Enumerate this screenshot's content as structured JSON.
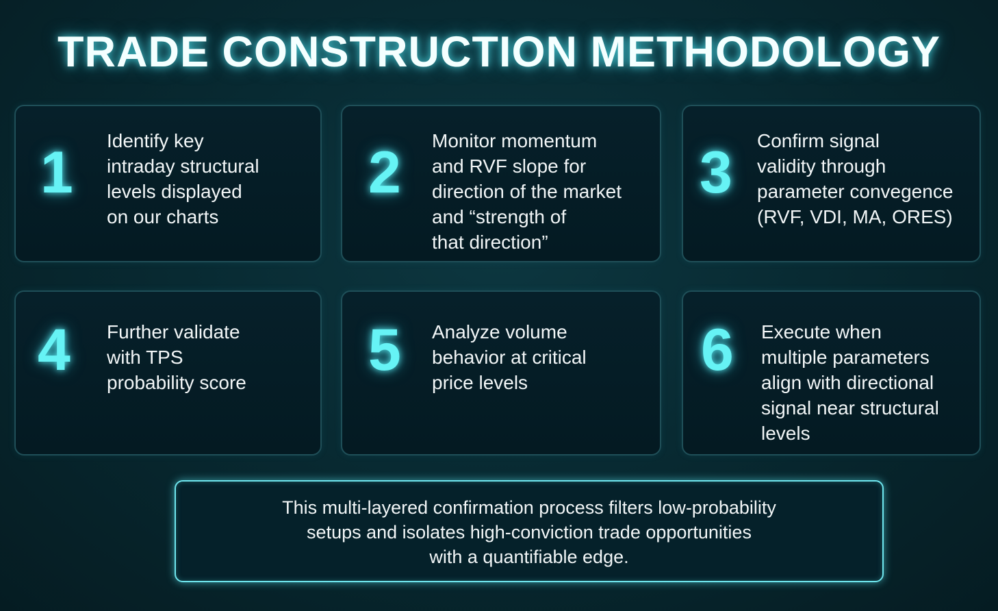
{
  "title": "TRADE CONSTRUCTION METHODOLOGY",
  "steps": [
    {
      "number": "1",
      "lines": [
        "Identify key",
        "intraday structural",
        "levels displayed",
        "on our charts"
      ]
    },
    {
      "number": "2",
      "lines": [
        "Monitor momentum",
        "and RVF slope for",
        "direction of the market",
        "and “strength of",
        "that direction”"
      ]
    },
    {
      "number": "3",
      "lines": [
        "Confirm signal",
        "validity through",
        "parameter convegence",
        "(RVF, VDI, MA, ORES)"
      ]
    },
    {
      "number": "4",
      "lines": [
        "Further validate",
        "with TPS",
        "probability score"
      ]
    },
    {
      "number": "5",
      "lines": [
        "Analyze volume",
        "behavior at critical",
        "price levels"
      ]
    },
    {
      "number": "6",
      "lines": [
        "Execute when",
        "multiple parameters",
        "align with directional",
        "signal near structural",
        "levels"
      ]
    }
  ],
  "summary": {
    "lines": [
      "This multi-layered confirmation process filters low-probability",
      "setups and isolates high-conviction trade opportunities",
      "with a quantifiable edge."
    ]
  },
  "colors": {
    "accent": "#66f3f5",
    "background": "#082a32"
  }
}
